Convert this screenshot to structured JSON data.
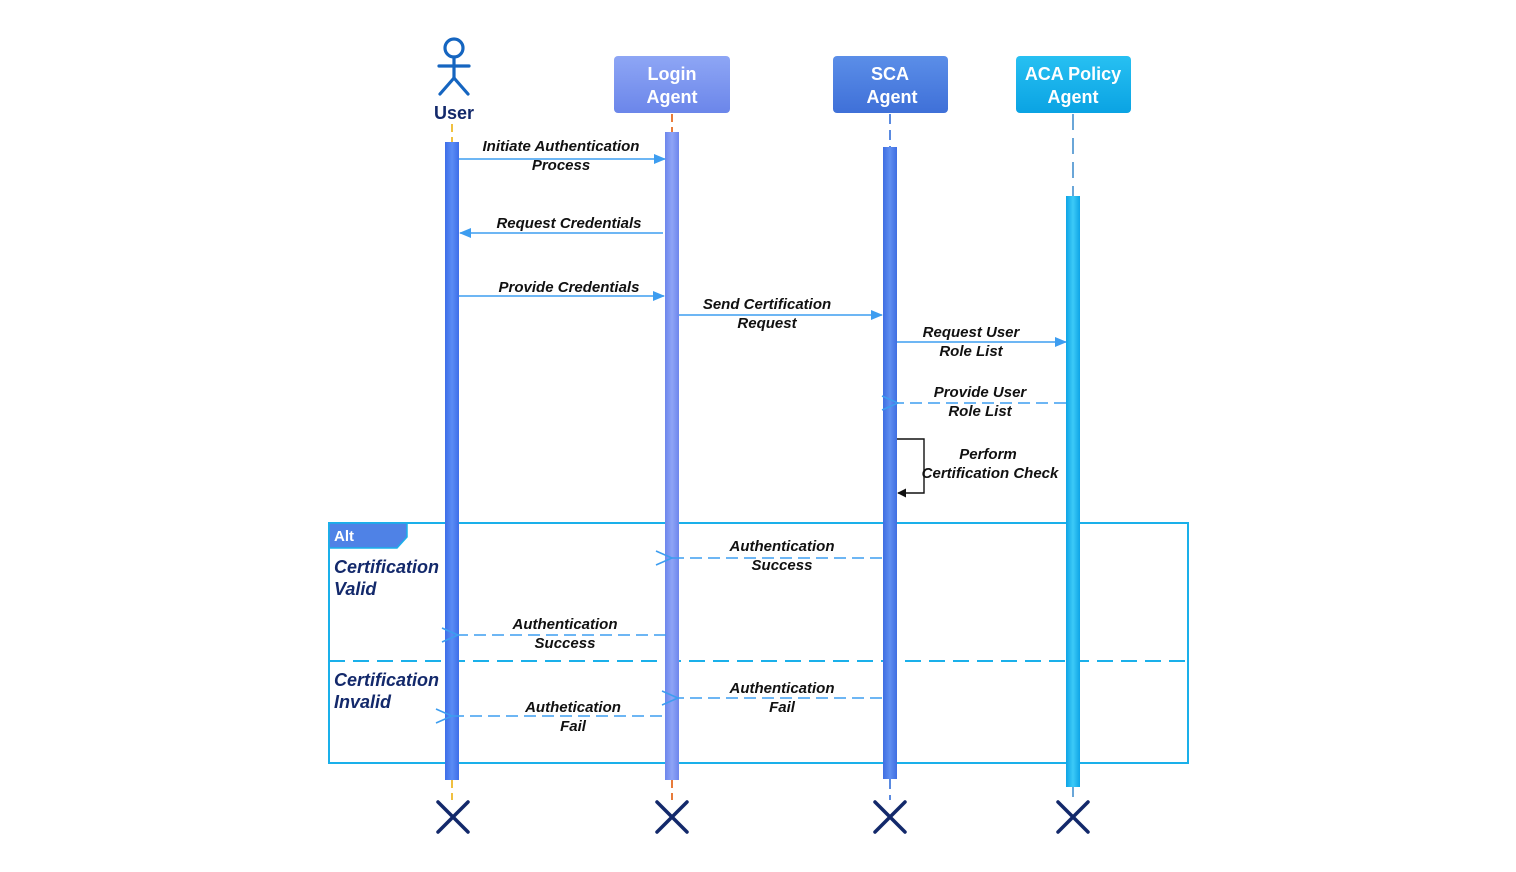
{
  "colors": {
    "user_bar": "#4a7cf0",
    "login": "#7b93ef",
    "sca": "#4f82e6",
    "aca": "#1ab0ea",
    "arrow": "#3d9df0",
    "frame": "#1ab0ea",
    "dark_text": "#13296b"
  },
  "participants": {
    "user": {
      "label": "User"
    },
    "login": {
      "label_line1": "Login",
      "label_line2": "Agent"
    },
    "sca": {
      "label_line1": "SCA",
      "label_line2": "Agent"
    },
    "aca": {
      "label_line1": "ACA Policy",
      "label_line2": "Agent"
    }
  },
  "messages": [
    {
      "from": "user",
      "to": "login",
      "style": "solid",
      "line1": "Initiate Authentication",
      "line2": "Process"
    },
    {
      "from": "login",
      "to": "user",
      "style": "solid",
      "line1": "Request Credentials",
      "line2": ""
    },
    {
      "from": "user",
      "to": "login",
      "style": "solid",
      "line1": "Provide Credentials",
      "line2": ""
    },
    {
      "from": "login",
      "to": "sca",
      "style": "solid",
      "line1": "Send Certification",
      "line2": "Request"
    },
    {
      "from": "sca",
      "to": "aca",
      "style": "solid",
      "line1": "Request User",
      "line2": "Role List"
    },
    {
      "from": "aca",
      "to": "sca",
      "style": "dashed",
      "line1": "Provide User",
      "line2": "Role List"
    },
    {
      "from": "sca",
      "to": "sca",
      "style": "self",
      "line1": "Perform",
      "line2": "Certification Check"
    },
    {
      "from": "sca",
      "to": "login",
      "style": "dashed",
      "line1": "Authentication",
      "line2": "Success"
    },
    {
      "from": "login",
      "to": "user",
      "style": "dashed",
      "line1": "Authentication",
      "line2": "Success"
    },
    {
      "from": "sca",
      "to": "login",
      "style": "dashed",
      "line1": "Authentication",
      "line2": "Fail"
    },
    {
      "from": "login",
      "to": "user",
      "style": "dashed",
      "line1": "Authetication",
      "line2": "Fail"
    }
  ],
  "alt": {
    "tag": "Alt",
    "cond1_line1": "Certification",
    "cond1_line2": "Valid",
    "cond2_line1": "Certification",
    "cond2_line2": "Invalid"
  }
}
